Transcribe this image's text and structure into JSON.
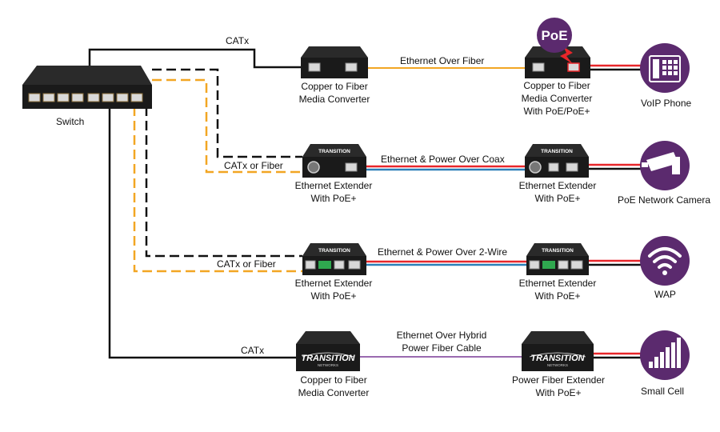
{
  "switch": {
    "label": "Switch"
  },
  "links": {
    "row1_cat": "CATx",
    "row1_fiber": "Ethernet Over Fiber",
    "row2_cat": "CATx or Fiber",
    "row2_coax": "Ethernet & Power Over Coax",
    "row3_cat": "CATx or Fiber",
    "row3_wire": "Ethernet & Power Over 2-Wire",
    "row4_cat": "CATx",
    "row4_hybrid_line1": "Ethernet Over Hybrid",
    "row4_hybrid_line2": "Power Fiber Cable"
  },
  "devices": {
    "row1_left": [
      "Copper to Fiber",
      "Media Converter"
    ],
    "row1_right": [
      "Copper to Fiber",
      "Media Converter",
      "With PoE/PoE+"
    ],
    "row2_left": [
      "Ethernet Extender",
      "With PoE+"
    ],
    "row2_right": [
      "Ethernet Extender",
      "With PoE+"
    ],
    "row3_left": [
      "Ethernet Extender",
      "With PoE+"
    ],
    "row3_right": [
      "Ethernet Extender",
      "With PoE+"
    ],
    "row4_left": [
      "Copper to Fiber",
      "Media Converter"
    ],
    "row4_right": [
      "Power Fiber Extender",
      "With PoE+"
    ]
  },
  "endpoints": {
    "voip": "VoIP Phone",
    "camera": "PoE Network Camera",
    "wap": "WAP",
    "cell": "Small Cell"
  },
  "brand": {
    "name": "TRANSITION",
    "sub": "NETWORKS",
    "poe_badge": "PoE"
  },
  "colors": {
    "purple": "#5b2a6e",
    "orange": "#f2a623",
    "red": "#e8262a",
    "blue": "#2b7fb8",
    "hybrid": "#9a6ab0",
    "device": "#1a1a1a"
  },
  "icons": {
    "voip": "phone-icon",
    "camera": "camera-icon",
    "wap": "wifi-icon",
    "cell": "signal-bars-icon"
  }
}
